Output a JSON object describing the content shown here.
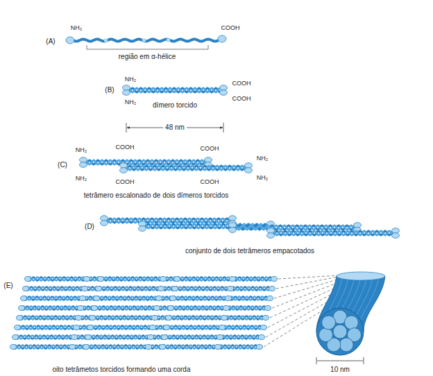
{
  "diagram": {
    "labels": [
      "(A)",
      "NH₂",
      "COOH",
      "região em α-hélice",
      "(B)",
      "NH₂",
      "NH₂",
      "COOH",
      "COOH",
      "dímero torcido",
      "48 nm",
      "(C)",
      "NH₂",
      "NH₂",
      "COOH",
      "COOH",
      "COOH",
      "COOH",
      "NH₂",
      "NH₂",
      "tetrâmero escalonado de dois dímeros torcidos",
      "(D)",
      "conjunto de dois tetrâmeros empacotados",
      "(E)",
      "oito tetrâmetos torcidos formando uma corda",
      "10 nm"
    ]
  }
}
